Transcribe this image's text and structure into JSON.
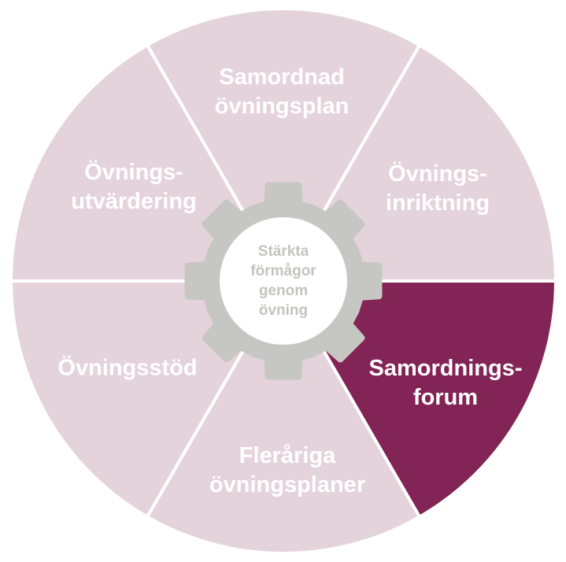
{
  "colors": {
    "segment": "#e5d3dc",
    "highlight": "#832456",
    "gear": "#c6c6c2",
    "center_text": "#c3c3c1",
    "divider": "#ffffff"
  },
  "center": {
    "lines": [
      "Stärkta",
      "förmågor",
      "genom",
      "övning"
    ]
  },
  "segments": [
    {
      "lines": [
        "Samordnad",
        "övningsplan"
      ],
      "highlighted": false
    },
    {
      "lines": [
        "Övnings-",
        "inriktning"
      ],
      "highlighted": false
    },
    {
      "lines": [
        "Samordnings-",
        "forum"
      ],
      "highlighted": true
    },
    {
      "lines": [
        "Fleråriga",
        "övningsplaner"
      ],
      "highlighted": false
    },
    {
      "lines": [
        "Övningsstöd"
      ],
      "highlighted": false
    },
    {
      "lines": [
        "Övnings-",
        "utvärdering"
      ],
      "highlighted": false
    }
  ]
}
